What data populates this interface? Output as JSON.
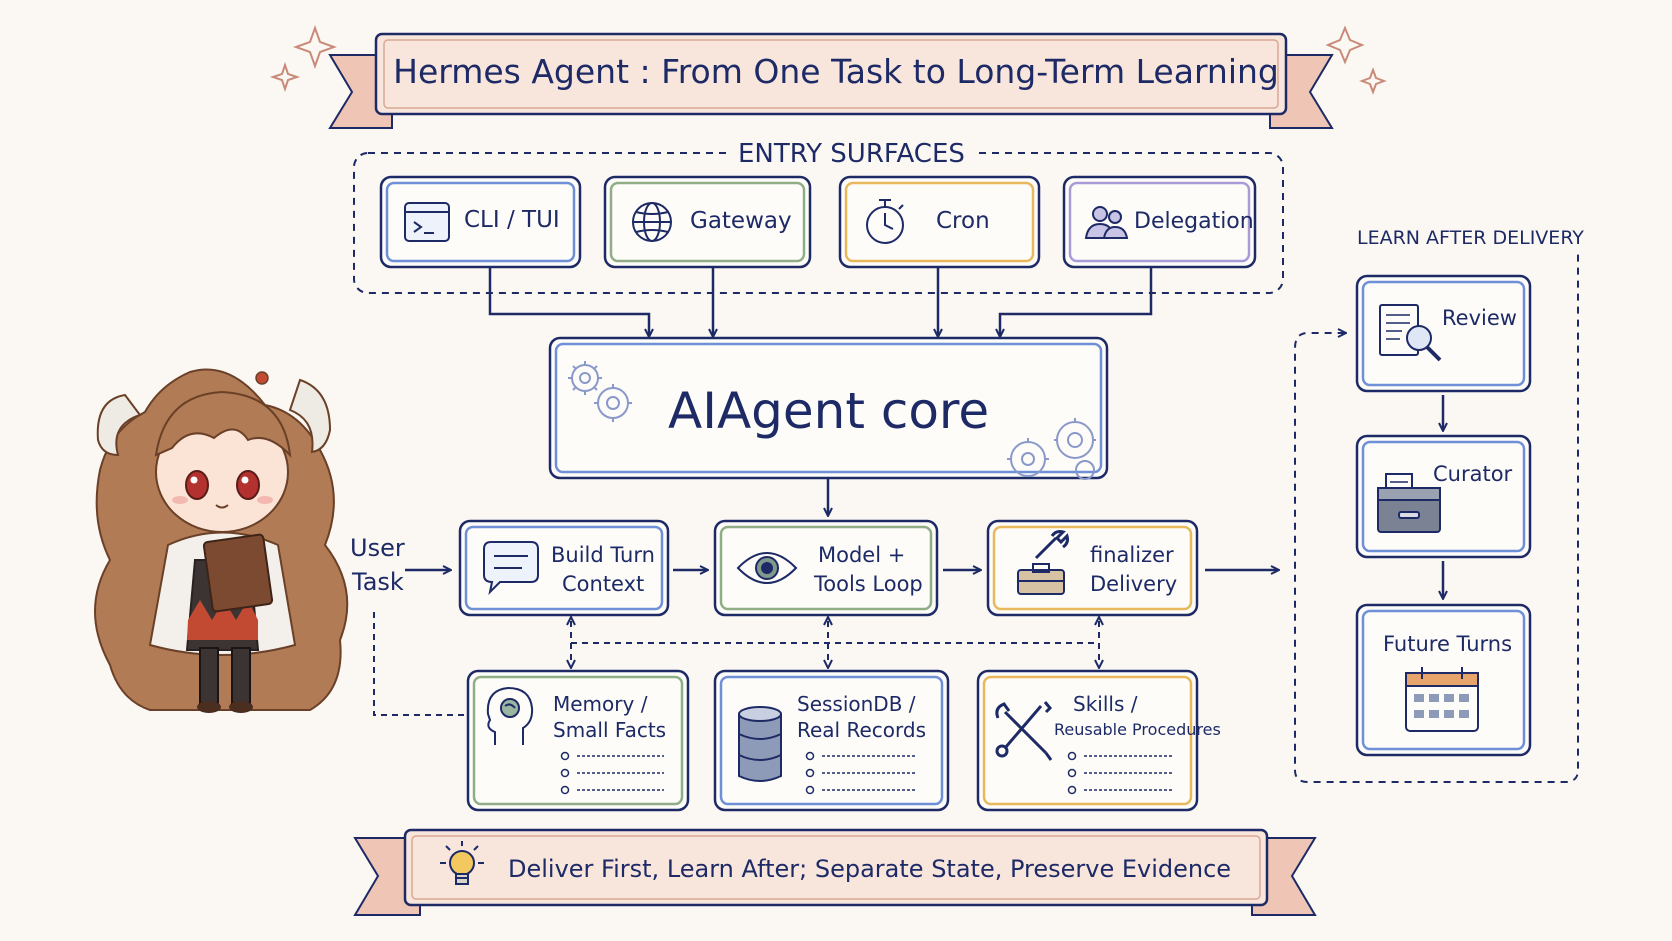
{
  "title": "Hermes Agent : From One Task to Long-Term Learning",
  "entry": {
    "label": "ENTRY SURFACES",
    "items": [
      {
        "label": "CLI / TUI",
        "icon": "terminal-icon"
      },
      {
        "label": "Gateway",
        "icon": "globe-icon"
      },
      {
        "label": "Cron",
        "icon": "stopwatch-icon"
      },
      {
        "label": "Delegation",
        "icon": "users-icon"
      }
    ]
  },
  "core": {
    "label": "AIAgent core",
    "icon": "gears-icon"
  },
  "user_task": {
    "line1": "User",
    "line2": "Task"
  },
  "pipeline": [
    {
      "line1": "Build Turn",
      "line2": "Context",
      "icon": "chat-bubble-icon"
    },
    {
      "line1": "Model +",
      "line2": "Tools Loop",
      "icon": "eye-icon"
    },
    {
      "line1": "finalizer",
      "line2": "Delivery",
      "icon": "wrench-toolbox-icon"
    }
  ],
  "stores": [
    {
      "line1": "Memory /",
      "line2": "Small Facts",
      "icon": "head-brain-icon"
    },
    {
      "line1": "SessionDB /",
      "line2": "Real Records",
      "icon": "database-icon"
    },
    {
      "line1": "Skills /",
      "line2": "Reusable Procedures",
      "icon": "tools-icon"
    }
  ],
  "learn": {
    "label": "LEARN AFTER DELIVERY",
    "items": [
      {
        "label": "Review",
        "icon": "document-magnifier-icon"
      },
      {
        "label": "Curator",
        "icon": "file-box-icon"
      },
      {
        "label": "Future Turns",
        "icon": "calendar-icon"
      }
    ]
  },
  "footer": {
    "text": "Deliver First, Learn After; Separate State, Preserve Evidence",
    "icon": "lightbulb-icon"
  },
  "colors": {
    "navy": "#1d2a66",
    "blue": "#6f8fd6",
    "green": "#8fae86",
    "orange": "#e8b85c",
    "purple": "#a99bd6",
    "ribbon": "#f4d9cc",
    "ribbon_edge": "#d9a894",
    "background": "#fbf8f3"
  }
}
